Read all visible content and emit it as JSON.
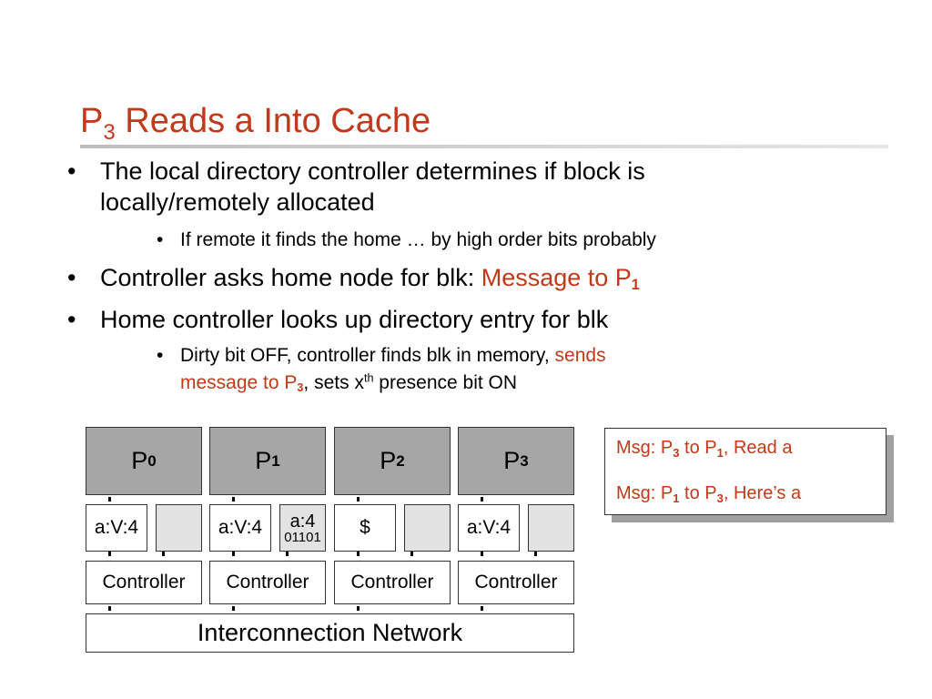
{
  "slide": {
    "title": {
      "main": "P",
      "sub": "3",
      "rest": " Reads a Into Cache"
    },
    "bullets": [
      {
        "lines": [
          "The local directory controller determines if block is",
          "locally/remotely allocated"
        ],
        "subbullets": [
          {
            "text": "If remote it finds the home … by high order bits probably"
          }
        ]
      },
      {
        "prefix": "Controller asks home node for blk: ",
        "red": "Message to P",
        "red_sub": "1"
      },
      {
        "text": "Home controller looks up directory entry for blk",
        "subbullets": [
          {
            "line1_plain": "Dirty bit OFF, controller finds blk in memory, ",
            "line1_red": "sends",
            "line2_red": "message to P",
            "line2_red_sub": "3",
            "line2_rest": ", sets x",
            "line2_sup": "th",
            "line2_end": " presence bit ON"
          }
        ]
      }
    ]
  },
  "diagram": {
    "processors": [
      {
        "name": "P",
        "sub": "0"
      },
      {
        "name": "P",
        "sub": "1"
      },
      {
        "name": "P",
        "sub": "2"
      },
      {
        "name": "P",
        "sub": "3"
      }
    ],
    "caches": [
      {
        "left": "a:V:4"
      },
      {
        "left": "a:V:4",
        "right_top": "a:4",
        "right_bottom": "01101"
      },
      {
        "left": "$"
      },
      {
        "left": "a:V:4"
      }
    ],
    "controller_label": "Controller",
    "network_label": "Interconnection Network"
  },
  "messages": [
    {
      "a": "Msg: P",
      "a_sub": "3",
      "b": " to P",
      "b_sub": "1",
      "c": ", Read a"
    },
    {
      "a": "Msg: P",
      "a_sub": "1",
      "b": " to P",
      "b_sub": "3",
      "c": ", Here’s a"
    }
  ],
  "colors": {
    "accent": "#c0391b",
    "processor_fill": "#a6a6a6",
    "empty_cache_fill": "#e2e2e2"
  }
}
